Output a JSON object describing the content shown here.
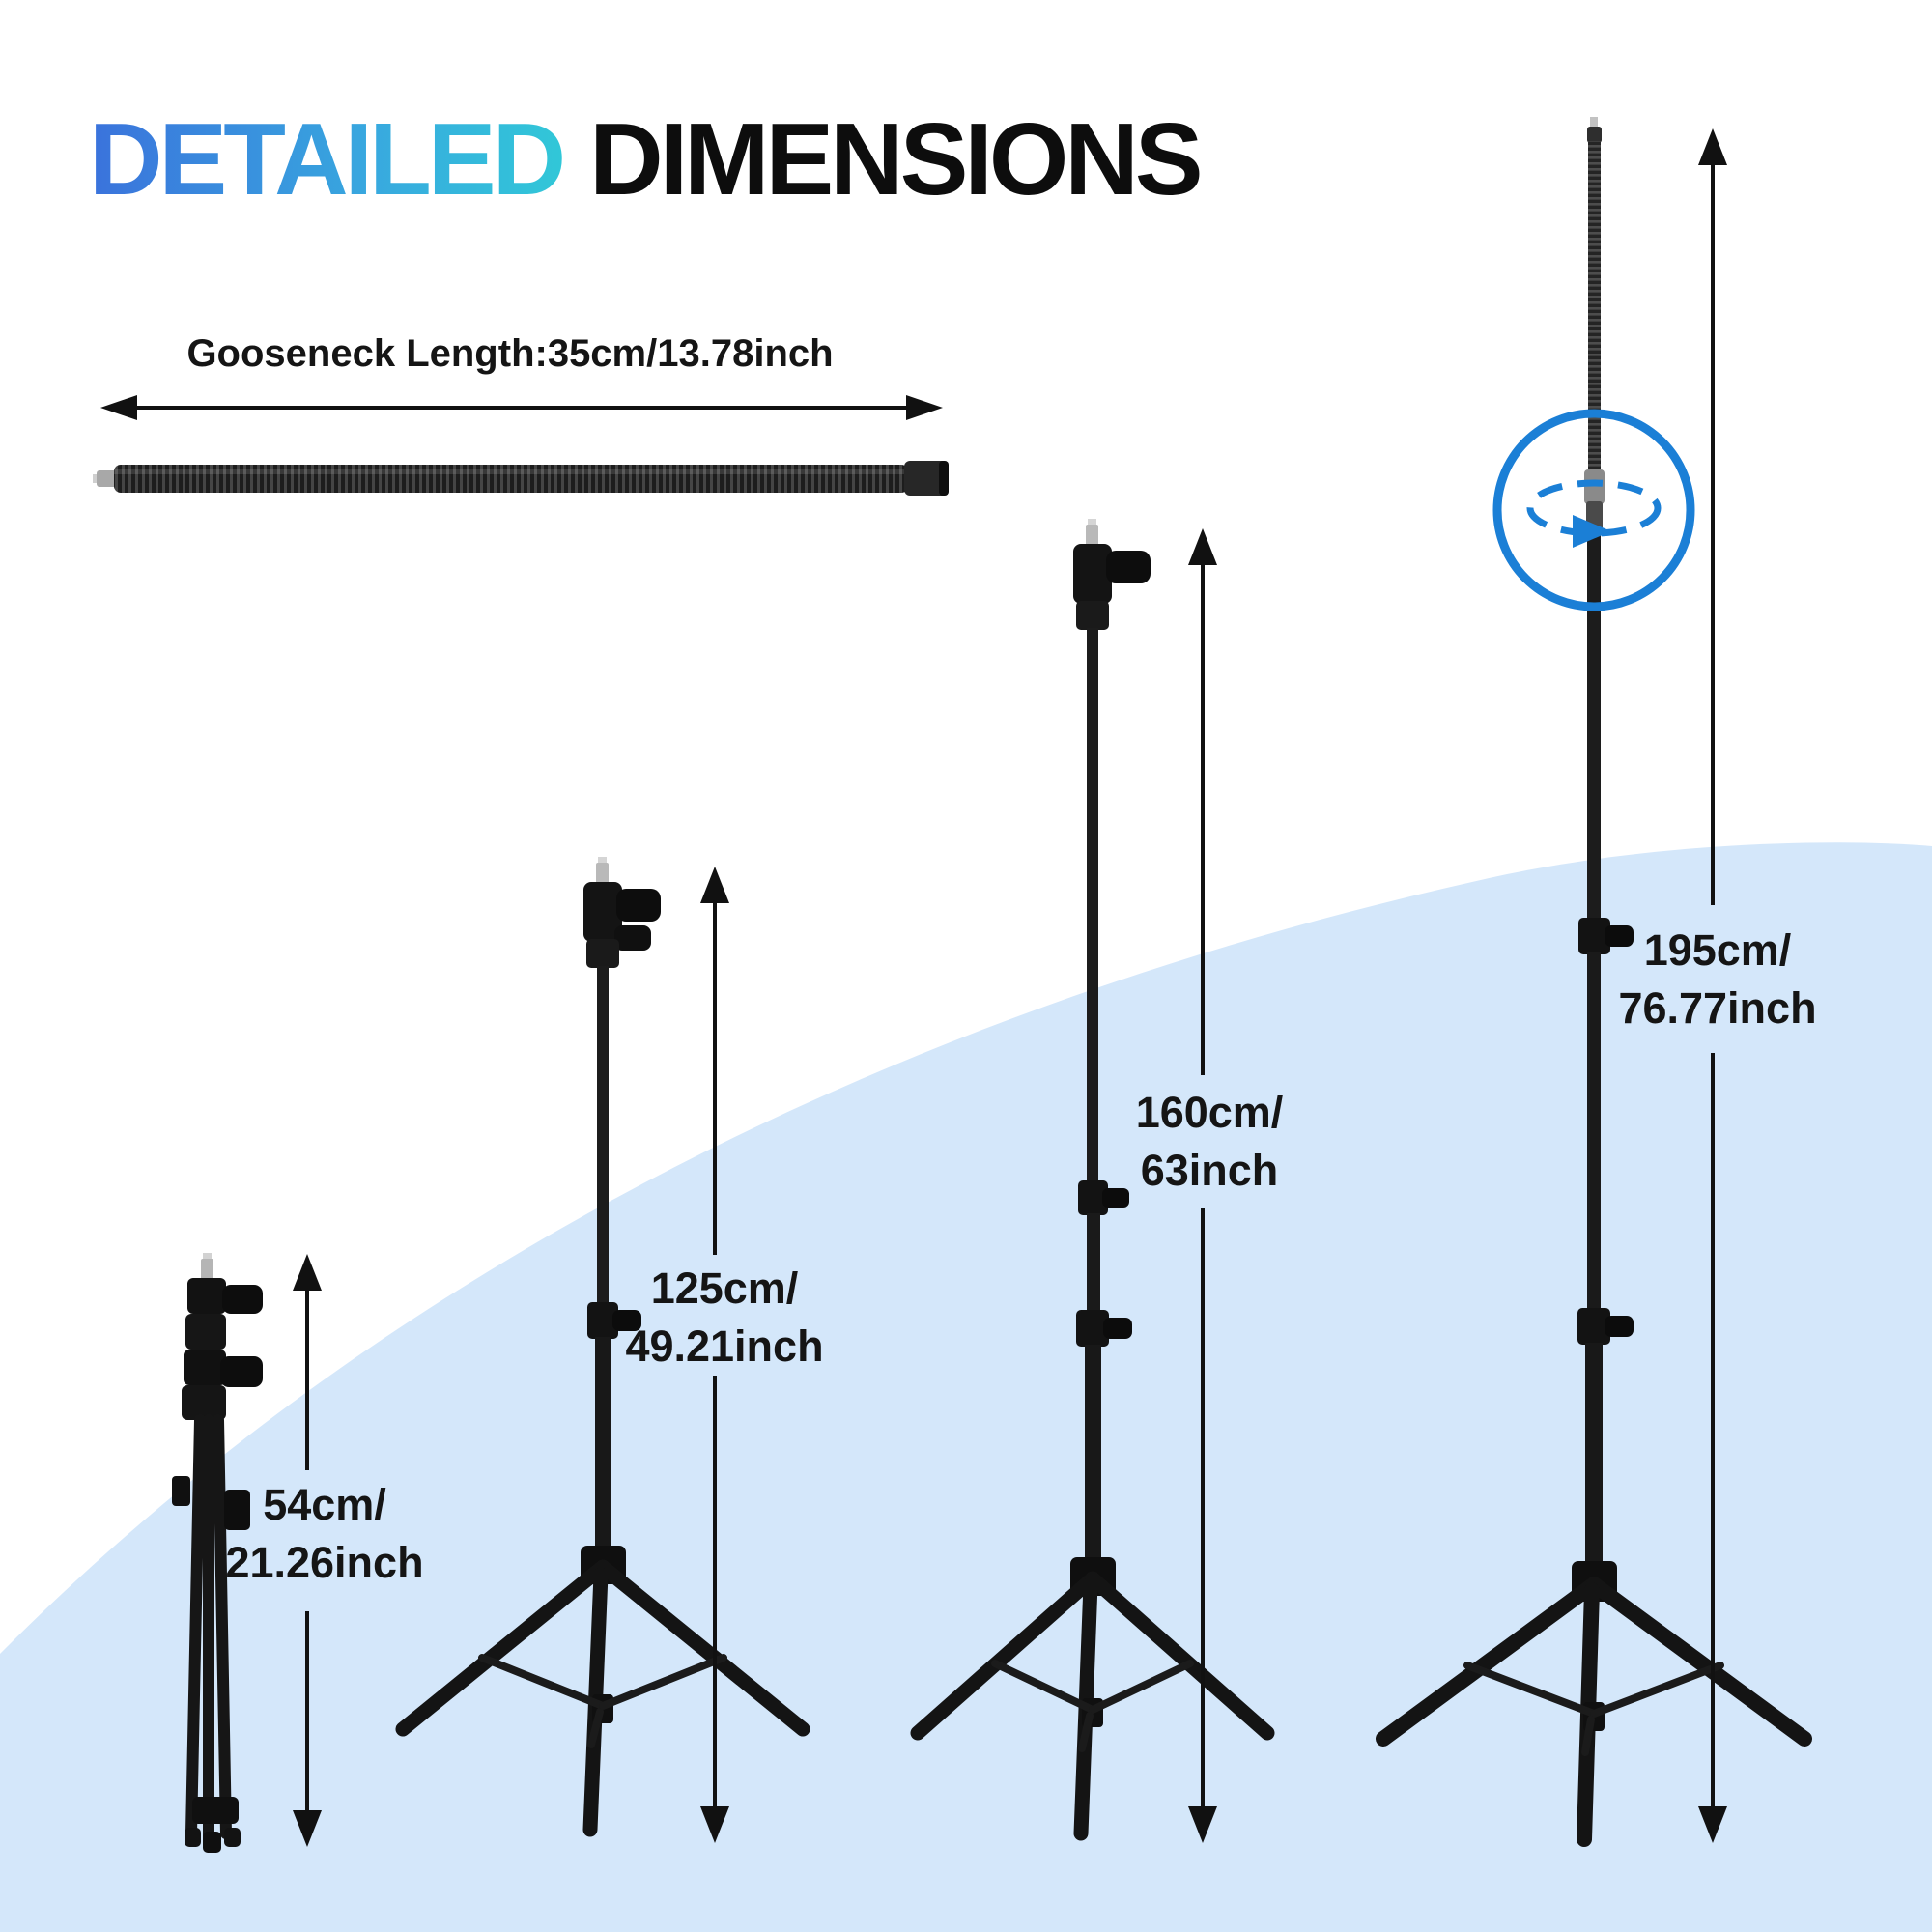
{
  "title": {
    "part1": "DETAILED",
    "part2": "DIMENSIONS"
  },
  "gooseneck": {
    "label": "Gooseneck Length:35cm/13.78inch"
  },
  "stands": [
    {
      "name": "folded-stand",
      "height_line1": "54cm/",
      "height_line2": "21.26inch"
    },
    {
      "name": "stand-125cm",
      "height_line1": "125cm/",
      "height_line2": "49.21inch"
    },
    {
      "name": "stand-160cm",
      "height_line1": "160cm/",
      "height_line2": "63inch"
    },
    {
      "name": "stand-195cm",
      "height_line1": "195cm/",
      "height_line2": "76.77inch"
    }
  ],
  "annotations": {
    "rotation_indicator": "rotatable-gooseneck-joint"
  },
  "colors": {
    "accent_blue": "#1b7fd6",
    "title_gradient_start": "#3a72dc",
    "title_gradient_end": "#31c7d8",
    "wave_background": "#d4e7fa",
    "text": "#151515"
  }
}
